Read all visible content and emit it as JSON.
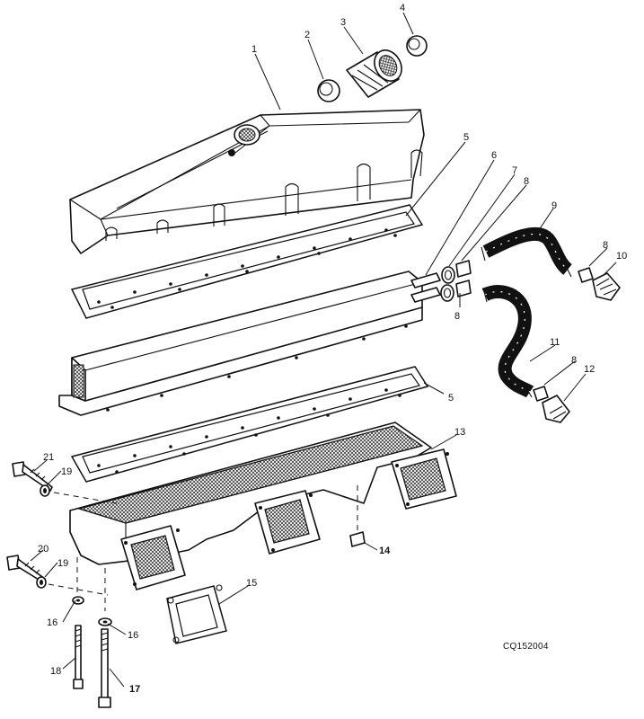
{
  "diagram": {
    "reference_code": "CQ152004",
    "callouts": [
      {
        "id": "c1",
        "label": "1"
      },
      {
        "id": "c2",
        "label": "2"
      },
      {
        "id": "c3",
        "label": "3"
      },
      {
        "id": "c4",
        "label": "4"
      },
      {
        "id": "c5a",
        "label": "5"
      },
      {
        "id": "c5b",
        "label": "5"
      },
      {
        "id": "c6",
        "label": "6"
      },
      {
        "id": "c7",
        "label": "7"
      },
      {
        "id": "c8a",
        "label": "8"
      },
      {
        "id": "c8b",
        "label": "8"
      },
      {
        "id": "c8c",
        "label": "8"
      },
      {
        "id": "c8d",
        "label": "8"
      },
      {
        "id": "c9",
        "label": "9"
      },
      {
        "id": "c10",
        "label": "10"
      },
      {
        "id": "c11",
        "label": "11"
      },
      {
        "id": "c12",
        "label": "12"
      },
      {
        "id": "c13",
        "label": "13"
      },
      {
        "id": "c14",
        "label": "14"
      },
      {
        "id": "c15",
        "label": "15"
      },
      {
        "id": "c16a",
        "label": "16"
      },
      {
        "id": "c16b",
        "label": "16"
      },
      {
        "id": "c17",
        "label": "17"
      },
      {
        "id": "c18",
        "label": "18"
      },
      {
        "id": "c19a",
        "label": "19"
      },
      {
        "id": "c19b",
        "label": "19"
      },
      {
        "id": "c20",
        "label": "20"
      },
      {
        "id": "c21",
        "label": "21"
      }
    ]
  }
}
